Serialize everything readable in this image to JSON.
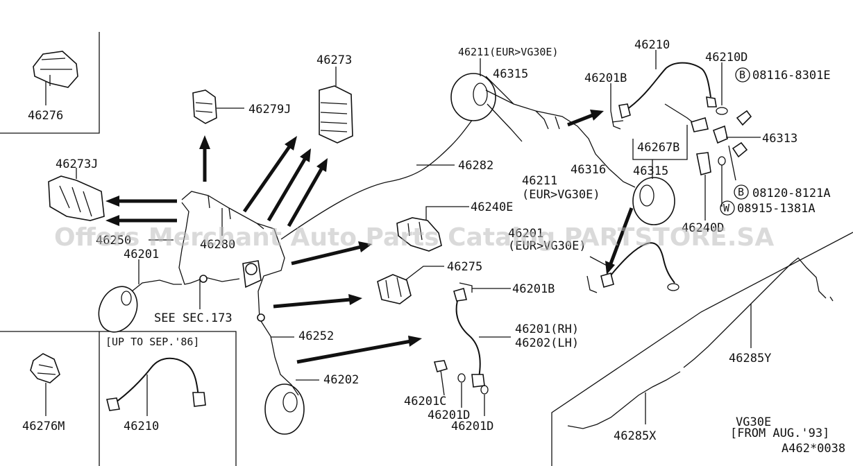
{
  "labels": {
    "p46276": "46276",
    "p46273": "46273",
    "p46279J": "46279J",
    "p46273J": "46273J",
    "p46250": "46250",
    "p46280": "46280",
    "p46201_left": "46201",
    "see_sec": "SEE SEC.173",
    "p46252": "46252",
    "p46202_left": "46202",
    "p46276M": "46276M",
    "up_to_sep": "[UP TO SEP.'86]",
    "p46210_box": "46210",
    "p46211_top": "46211(EUR>VG30E)",
    "p46315_top": "46315",
    "p46201B_top": "46201B",
    "p46210": "46210",
    "p46210D": "46210D",
    "b1": "B",
    "p08116": "08116-8301E",
    "p46313": "46313",
    "p46267B": "46267B",
    "p46315": "46315",
    "p46316": "46316",
    "p46282": "46282",
    "p46211_mid1": "46211",
    "p46211_mid2": "(EUR>VG30E)",
    "b2": "B",
    "p08120": "08120-8121A",
    "w1": "W",
    "p08915": "08915-1381A",
    "p46240D": "46240D",
    "p46240E": "46240E",
    "p46201_mid1": "46201",
    "p46201_mid2": "(EUR>VG30E)",
    "p46275": "46275",
    "p46201B_mid": "46201B",
    "p46201_rh": "46201(RH)",
    "p46202_lh": "46202(LH)",
    "p46201C": "46201C",
    "p46201D_1": "46201D",
    "p46201D_2": "46201D",
    "p46285Y": "46285Y",
    "p46285X": "46285X",
    "vg30e": "VG30E",
    "from_aug": "[FROM AUG.'93]",
    "code": "A462*0038"
  },
  "watermark": "Offers Merchant Auto Parts Catalog PARTSTORE.SA",
  "colors": {
    "ink": "#111111",
    "watermark": "#bbbbbb",
    "background": "#ffffff"
  }
}
